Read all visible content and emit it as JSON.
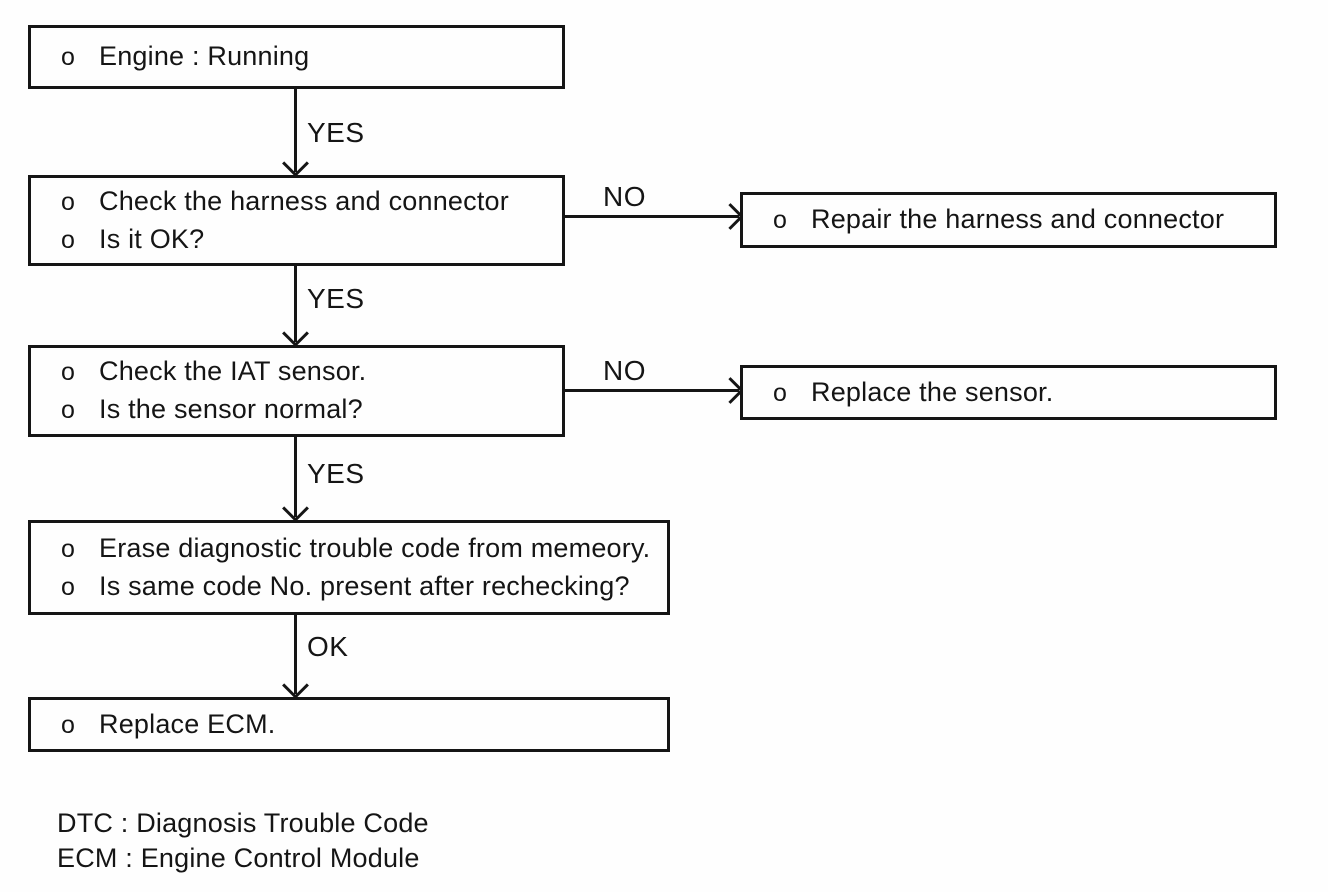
{
  "diagram": {
    "kind": "diagnostic-flowchart",
    "bullet": "o",
    "nodes": {
      "engine_running": {
        "lines": [
          "Engine : Running"
        ]
      },
      "check_harness": {
        "lines": [
          "Check the harness and connector",
          "Is it OK?"
        ]
      },
      "repair_harness": {
        "lines": [
          "Repair the harness and connector"
        ]
      },
      "check_iat": {
        "lines": [
          "Check the IAT sensor.",
          "Is the sensor normal?"
        ]
      },
      "replace_sensor": {
        "lines": [
          "Replace the sensor."
        ]
      },
      "erase_dtc": {
        "lines": [
          "Erase diagnostic trouble code from memeory.",
          "Is same code No. present after rechecking?"
        ]
      },
      "replace_ecm": {
        "lines": [
          "Replace ECM."
        ]
      }
    },
    "edges": {
      "yes1": "YES",
      "no1": "NO",
      "yes2": "YES",
      "no2": "NO",
      "yes3": "YES",
      "ok": "OK"
    },
    "legend": [
      "DTC : Diagnosis Trouble Code",
      "ECM : Engine Control Module"
    ]
  },
  "colors": {
    "ink": "#151515",
    "background": "#fefefe"
  }
}
